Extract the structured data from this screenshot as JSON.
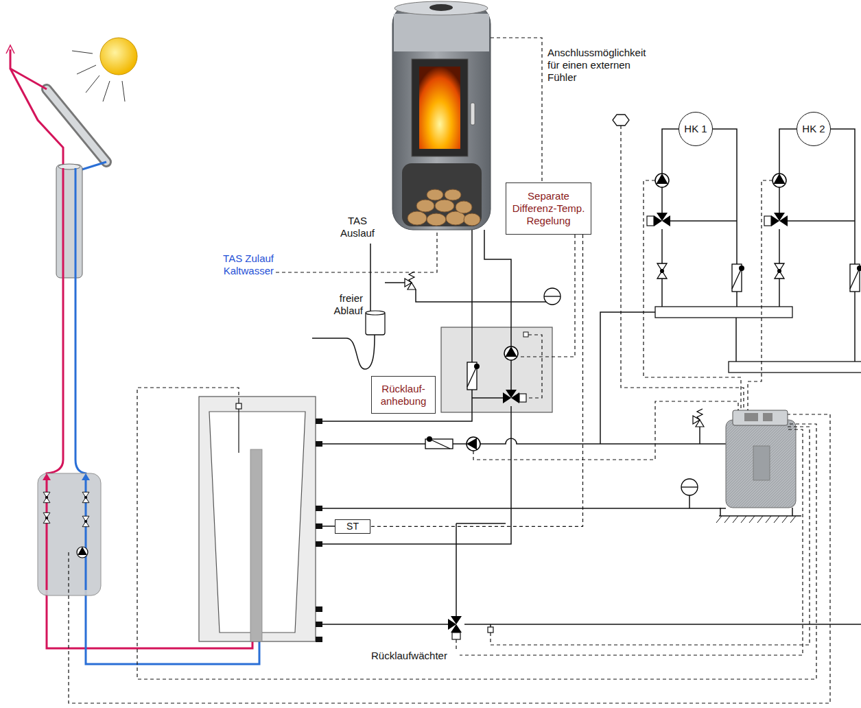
{
  "diagram": {
    "nodes": [
      {
        "text": [
          "HK 1"
        ]
      },
      {
        "text": [
          "HK 2"
        ]
      },
      {
        "text": [
          "Separate Differenz-Temp. Regelung"
        ]
      },
      {
        "text": [
          "Rücklauf- anhebung"
        ]
      },
      {
        "text": [
          "ST"
        ]
      }
    ],
    "edges": [
      {
        "from": 2,
        "to": 4,
        "arrow": "none"
      }
    ],
    "labels": [
      "Anschlussmöglichkeit für einen externen Fühler",
      "TAS Auslauf",
      "TAS Zulauf Kaltwasser",
      "freier Ablauf",
      "Rücklaufwächter"
    ]
  }
}
